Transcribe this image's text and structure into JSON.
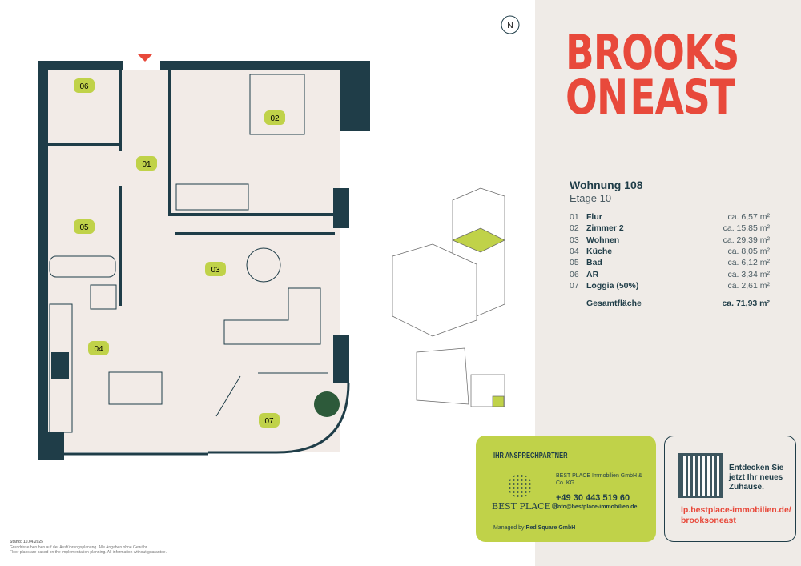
{
  "brand": {
    "line1": "BROOKS",
    "line2a": "ON",
    "line2b": "EAST"
  },
  "unit": {
    "title": "Wohnung 108",
    "floor": "Etage 10"
  },
  "rooms": [
    {
      "no": "01",
      "name": "Flur",
      "area": "ca. 6,57 m²"
    },
    {
      "no": "02",
      "name": "Zimmer 2",
      "area": "ca. 15,85 m²"
    },
    {
      "no": "03",
      "name": "Wohnen",
      "area": "ca. 29,39 m²"
    },
    {
      "no": "04",
      "name": "Küche",
      "area": "ca. 8,05 m²"
    },
    {
      "no": "05",
      "name": "Bad",
      "area": "ca. 6,12 m²"
    },
    {
      "no": "06",
      "name": "AR",
      "area": "ca. 3,34 m²"
    },
    {
      "no": "07",
      "name": "Loggia (50%)",
      "area": "ca. 2,61 m²"
    }
  ],
  "total": {
    "label": "Gesamtfläche",
    "area": "ca. 71,93 m²"
  },
  "contact": {
    "heading": "IHR ANSPRECHPARTNER",
    "company": "BEST PLACE Immobilien GmbH & Co. KG",
    "phone": "+49 30 443 519 60",
    "email": "info@bestplace-immobilien.de",
    "logo": "BEST PLACE®",
    "managed_prefix": "Managed by",
    "managed_by": "Red Square GmbH"
  },
  "qr": {
    "text": "Entdecken Sie jetzt Ihr neues Zuhause.",
    "link": "lp.bestplace-immobilien.de/ brooksoneast"
  },
  "footer": {
    "date": "Stand: 10.04.2025",
    "de": "Grundrisse beruhen auf der Ausführungsplanung. Alle Angaben ohne Gewähr.",
    "en": "Floor plans are based on the implementation planning. All information without guarantee."
  },
  "compass": "N"
}
